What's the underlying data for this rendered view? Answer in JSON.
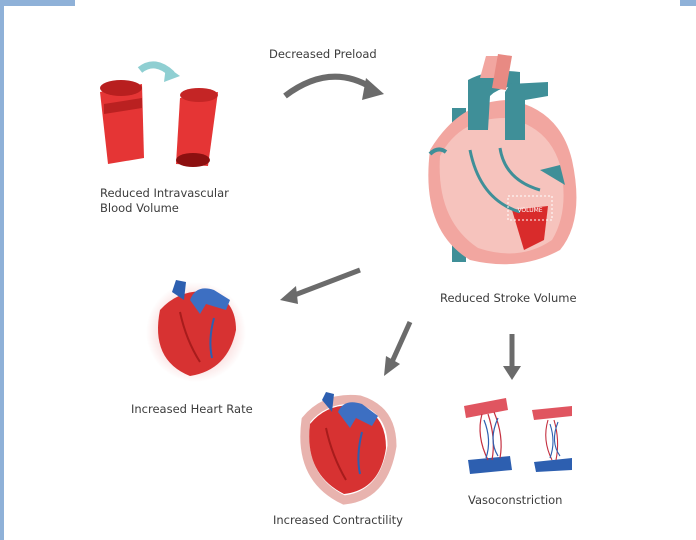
{
  "diagram": {
    "decreased_preload": "Decreased Preload",
    "reduced_volume_line1": "Reduced Intravascular",
    "reduced_volume_line2": "Blood Volume",
    "reduced_stroke_volume": "Reduced Stroke Volume",
    "increased_heart_rate": "Increased Heart Rate",
    "increased_contractility": "Increased Contractility",
    "vasoconstriction": "Vasoconstriction",
    "ventricle_label": "VOLUME"
  },
  "colors": {
    "artery_red": "#d92b2b",
    "heart_pink": "#f2a6a0",
    "heart_teal": "#3f8f98",
    "arrow_gray": "#6b6b6b",
    "curved_arrow_teal": "#8fcfd2",
    "vein_blue": "#2d5fb0"
  }
}
